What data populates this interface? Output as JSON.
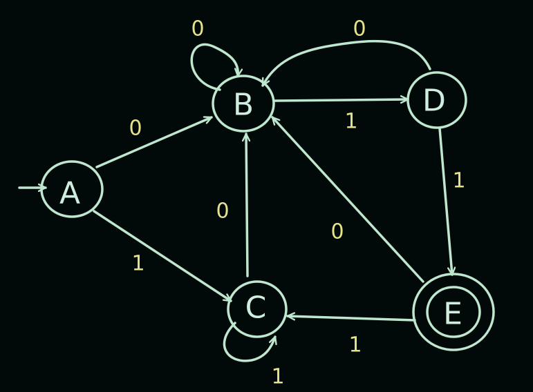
{
  "diagram": {
    "type": "finite-automaton",
    "colors": {
      "background": "#020a09",
      "stroke": "#bfe6cf",
      "state_text": "#cfeee0",
      "edge_label": "#e7e38a"
    },
    "start_state": "A",
    "accept_states": [
      "E"
    ],
    "states": [
      {
        "id": "A",
        "label": "A"
      },
      {
        "id": "B",
        "label": "B"
      },
      {
        "id": "C",
        "label": "C"
      },
      {
        "id": "D",
        "label": "D"
      },
      {
        "id": "E",
        "label": "E"
      }
    ],
    "transitions": [
      {
        "from": "A",
        "to": "B",
        "label": "0"
      },
      {
        "from": "A",
        "to": "C",
        "label": "1"
      },
      {
        "from": "B",
        "to": "B",
        "label": "0"
      },
      {
        "from": "B",
        "to": "D",
        "label": "1"
      },
      {
        "from": "C",
        "to": "B",
        "label": "0"
      },
      {
        "from": "C",
        "to": "C",
        "label": "1"
      },
      {
        "from": "D",
        "to": "B",
        "label": "0"
      },
      {
        "from": "D",
        "to": "E",
        "label": "1"
      },
      {
        "from": "E",
        "to": "B",
        "label": "0"
      },
      {
        "from": "E",
        "to": "C",
        "label": "1"
      }
    ]
  }
}
